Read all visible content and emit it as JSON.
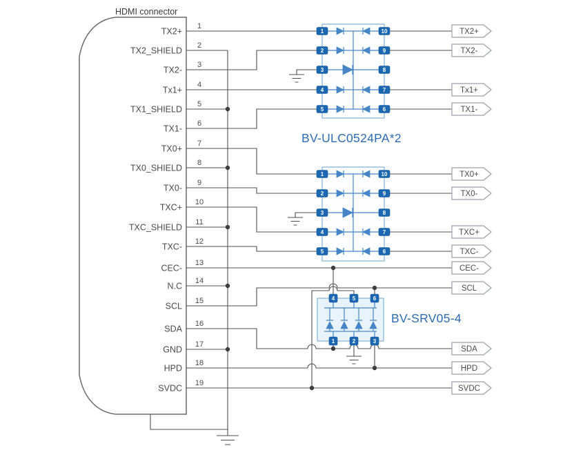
{
  "title": "HDMI connector",
  "hdmi": {
    "label": "HDMI connector",
    "pins": [
      {
        "num": "1",
        "label": "TX2+"
      },
      {
        "num": "2",
        "label": "TX2_SHIELD"
      },
      {
        "num": "3",
        "label": "TX2-"
      },
      {
        "num": "4",
        "label": "Tx1+"
      },
      {
        "num": "5",
        "label": "TX1_SHIELD"
      },
      {
        "num": "6",
        "label": "TX1-"
      },
      {
        "num": "7",
        "label": "TX0+"
      },
      {
        "num": "8",
        "label": "TX0_SHIELD"
      },
      {
        "num": "9",
        "label": "TX0-"
      },
      {
        "num": "10",
        "label": "TXC+"
      },
      {
        "num": "11",
        "label": "TXC_SHIELD"
      },
      {
        "num": "12",
        "label": "TXC-"
      },
      {
        "num": "13",
        "label": "CEC-"
      },
      {
        "num": "14",
        "label": "N.C"
      },
      {
        "num": "15",
        "label": "SCL"
      },
      {
        "num": "16",
        "label": "SDA"
      },
      {
        "num": "17",
        "label": "GND"
      },
      {
        "num": "18",
        "label": "HPD"
      },
      {
        "num": "19",
        "label": "SVDC"
      }
    ]
  },
  "ics": [
    {
      "part": "BV-ULC0524PA*2",
      "left_pins": [
        "1",
        "2",
        "3",
        "4",
        "5"
      ],
      "right_pins": [
        "10",
        "9",
        "8",
        "7",
        "6"
      ]
    },
    {
      "part": "BV-ULC0524PA*2",
      "left_pins": [
        "1",
        "2",
        "3",
        "4",
        "5"
      ],
      "right_pins": [
        "10",
        "9",
        "8",
        "7",
        "6"
      ]
    },
    {
      "part": "BV-SRV05-4",
      "top_pins": [
        "4",
        "5",
        "6"
      ],
      "bottom_pins": [
        "1",
        "2",
        "3"
      ]
    }
  ],
  "labels": {
    "ulc": "BV-ULC0524PA*2",
    "srv": "BV-SRV05-4"
  },
  "output_tags": [
    "TX2+",
    "TX2-",
    "Tx1+",
    "TX1-",
    "TX0+",
    "TX0-",
    "TXC+",
    "TXC-",
    "CEC-",
    "SCL",
    "SDA",
    "HPD",
    "SVDC"
  ],
  "colors": {
    "wire": "#4f4f4f",
    "pin_blue": "#1b67b2",
    "diode_blue": "#4585c5",
    "ic_border": "#8fbce0",
    "part_label_blue": "#2b6cb4",
    "text": "#4a4a4a",
    "tag_border": "#9aa0a6"
  }
}
